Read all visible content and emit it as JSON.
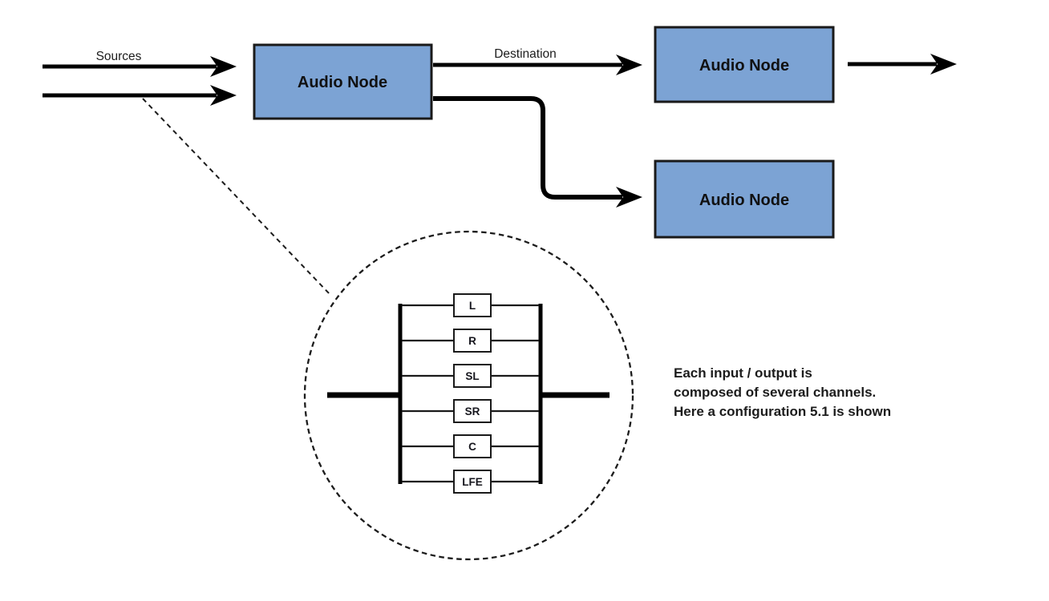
{
  "diagram": {
    "labels": {
      "sources": "Sources",
      "destination": "Destination"
    },
    "nodes": [
      {
        "label": "Audio Node"
      },
      {
        "label": "Audio Node"
      },
      {
        "label": "Audio Node"
      }
    ],
    "channels": [
      {
        "label": "L"
      },
      {
        "label": "R"
      },
      {
        "label": "SL"
      },
      {
        "label": "SR"
      },
      {
        "label": "C"
      },
      {
        "label": "LFE"
      }
    ],
    "caption": {
      "lines": [
        "Each input / output is",
        "composed of several channels.",
        "Here a configuration 5.1 is shown"
      ]
    },
    "colors": {
      "node_fill": "#7CA3D4",
      "node_border": "#1a1a1a",
      "line": "#000000",
      "background": "#ffffff"
    }
  }
}
